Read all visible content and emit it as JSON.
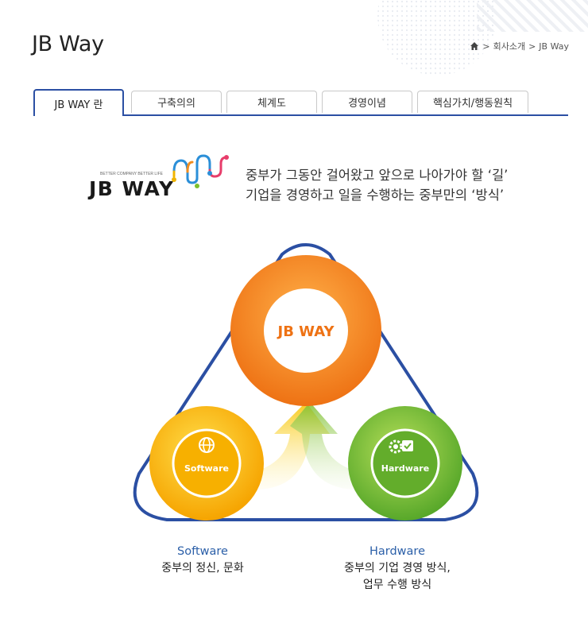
{
  "header": {
    "title": "JB Way",
    "breadcrumb": {
      "section": "회사소개",
      "separator": ">",
      "current": "JB Way",
      "home_icon": "home-icon"
    }
  },
  "tabs": [
    {
      "label": "JB WAY 란",
      "active": true
    },
    {
      "label": "구축의의",
      "active": false
    },
    {
      "label": "체계도",
      "active": false
    },
    {
      "label": "경영이념",
      "active": false
    },
    {
      "label": "핵심가치/행동원칙",
      "active": false
    }
  ],
  "logo": {
    "tagline": "BETTER COMPANY BETTER LIFE",
    "wordmark": "JB WAY"
  },
  "intro": {
    "line1": "중부가 그동안 걸어왔고 앞으로 나아가야 할 ‘길’",
    "line2": "기업을 경영하고 일을 수행하는 중부만의 ‘방식’"
  },
  "diagram": {
    "center_label": "JB WAY",
    "software_label": "Software",
    "hardware_label": "Hardware",
    "software_icon": "globe-icon",
    "hardware_icon": "gear-check-icon"
  },
  "captions": {
    "software": {
      "title": "Software",
      "line1": "중부의 정신, 문화"
    },
    "hardware": {
      "title": "Hardware",
      "line1": "중부의 기업 경영 방식,",
      "line2": "업무 수행 방식"
    }
  },
  "colors": {
    "accent_blue": "#2b4fa3",
    "orange": "#f07e1e",
    "yellow": "#f8b500",
    "green": "#7cbf2e"
  }
}
